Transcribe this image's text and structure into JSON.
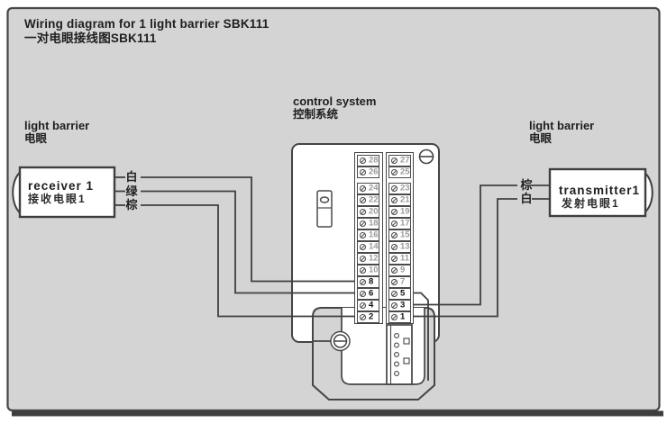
{
  "title": {
    "line1": "Wiring diagram for 1 light barrier SBK111",
    "line2": "一对电眼接线图SBK111"
  },
  "left_device": {
    "section_label_en": "light barrier",
    "section_label_zh": "电眼",
    "name_en": "receiver 1",
    "name_zh": "接收电眼1",
    "wires": [
      {
        "color_label": "白",
        "terminal": 8
      },
      {
        "color_label": "绿",
        "terminal": 6
      },
      {
        "color_label": "棕",
        "terminal": 2
      }
    ]
  },
  "right_device": {
    "section_label_en": "light barrier",
    "section_label_zh": "电眼",
    "name_en": "transmitter1",
    "name_zh": "发射电眼1",
    "wires": [
      {
        "color_label": "棕",
        "terminal": 3
      },
      {
        "color_label": "白",
        "terminal": 1
      }
    ]
  },
  "control_system": {
    "label_en": "control system",
    "label_zh": "控制系统",
    "terminals": {
      "left_column": [
        28,
        26,
        24,
        22,
        20,
        18,
        16,
        14,
        12,
        10,
        8,
        6,
        4,
        2
      ],
      "right_column": [
        27,
        25,
        23,
        21,
        19,
        17,
        15,
        13,
        11,
        9,
        7,
        5,
        3,
        1
      ]
    },
    "highlighted_terminals": [
      8,
      6,
      5,
      4,
      3,
      2,
      1
    ]
  },
  "colors": {
    "background": "#d4d4d4",
    "line": "#3f3f3f",
    "box_fill": "#ffffff",
    "inactive_number": "#9b9b9b",
    "active_number": "#101010"
  }
}
